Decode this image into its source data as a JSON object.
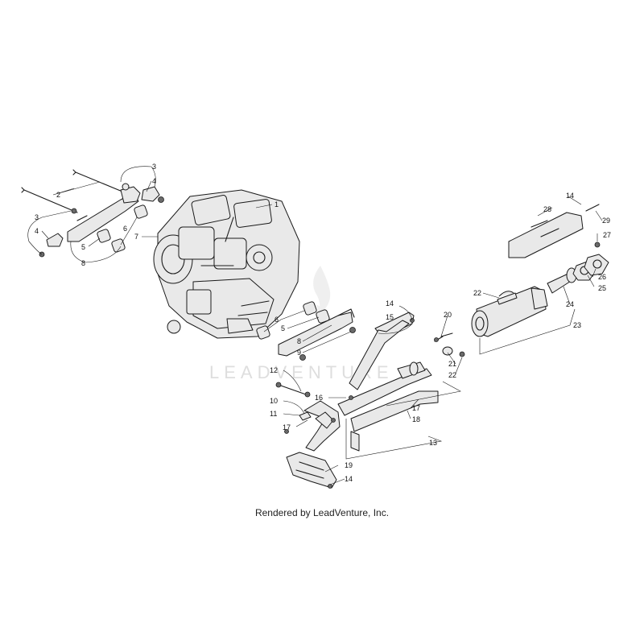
{
  "callouts": {
    "c1": "1",
    "c2": "2",
    "c3a": "3",
    "c3b": "3",
    "c4a": "4",
    "c4b": "4",
    "c5a": "5",
    "c5b": "5",
    "c6a": "6",
    "c6b": "6",
    "c7": "7",
    "c8a": "8",
    "c8b": "8",
    "c9": "9",
    "c10": "10",
    "c11": "11",
    "c12": "12",
    "c13": "13",
    "c14a": "14",
    "c14b": "14",
    "c14c": "14",
    "c15": "15",
    "c16": "16",
    "c17a": "17",
    "c17b": "17",
    "c18": "18",
    "c19": "19",
    "c20": "20",
    "c21": "21",
    "c22a": "22",
    "c22b": "22",
    "c23": "23",
    "c24": "24",
    "c25": "25",
    "c26": "26",
    "c27": "27",
    "c28": "28",
    "c29": "29"
  },
  "watermark": "LEADVENTURE",
  "footer": "Rendered by LeadVenture, Inc."
}
